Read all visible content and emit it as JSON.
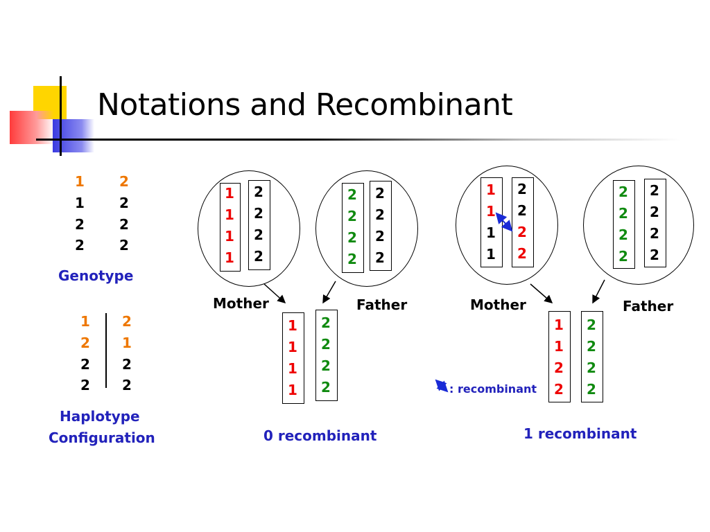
{
  "title": "Notations and Recombinant",
  "genotype": {
    "rows": [
      [
        "1",
        "2"
      ],
      [
        "1",
        "2"
      ],
      [
        "2",
        "2"
      ],
      [
        "2",
        "2"
      ]
    ],
    "label": "Genotype"
  },
  "haplotype": {
    "rows": [
      [
        "1",
        "2"
      ],
      [
        "2",
        "1"
      ],
      [
        "2",
        "2"
      ],
      [
        "2",
        "2"
      ]
    ],
    "label_line1": "Haplotype",
    "label_line2": "Configuration"
  },
  "example0": {
    "mother_label": "Mother",
    "father_label": "Father",
    "mother_chrom_a": [
      "1",
      "1",
      "1",
      "1"
    ],
    "mother_chrom_b": [
      "2",
      "2",
      "2",
      "2"
    ],
    "father_chrom_a": [
      "2",
      "2",
      "2",
      "2"
    ],
    "father_chrom_b": [
      "2",
      "2",
      "2",
      "2"
    ],
    "child_chrom_a": [
      "1",
      "1",
      "1",
      "1"
    ],
    "child_chrom_b": [
      "2",
      "2",
      "2",
      "2"
    ],
    "caption": "0 recombinant"
  },
  "example1": {
    "mother_label": "Mother",
    "father_label": "Father",
    "mother_chrom_a": [
      "1",
      "1",
      "1",
      "1"
    ],
    "mother_chrom_b": [
      "2",
      "2",
      "2",
      "2"
    ],
    "father_chrom_a": [
      "2",
      "2",
      "2",
      "2"
    ],
    "father_chrom_b": [
      "2",
      "2",
      "2",
      "2"
    ],
    "child_chrom_a": [
      "1",
      "1",
      "2",
      "2"
    ],
    "child_chrom_b": [
      "2",
      "2",
      "2",
      "2"
    ],
    "caption": "1 recombinant"
  },
  "legend": {
    "recombinant_label": ": recombinant"
  },
  "colors": {
    "red": "#ee0000",
    "green": "#108a10",
    "orange": "#ee7700",
    "blue": "#2222bb"
  }
}
